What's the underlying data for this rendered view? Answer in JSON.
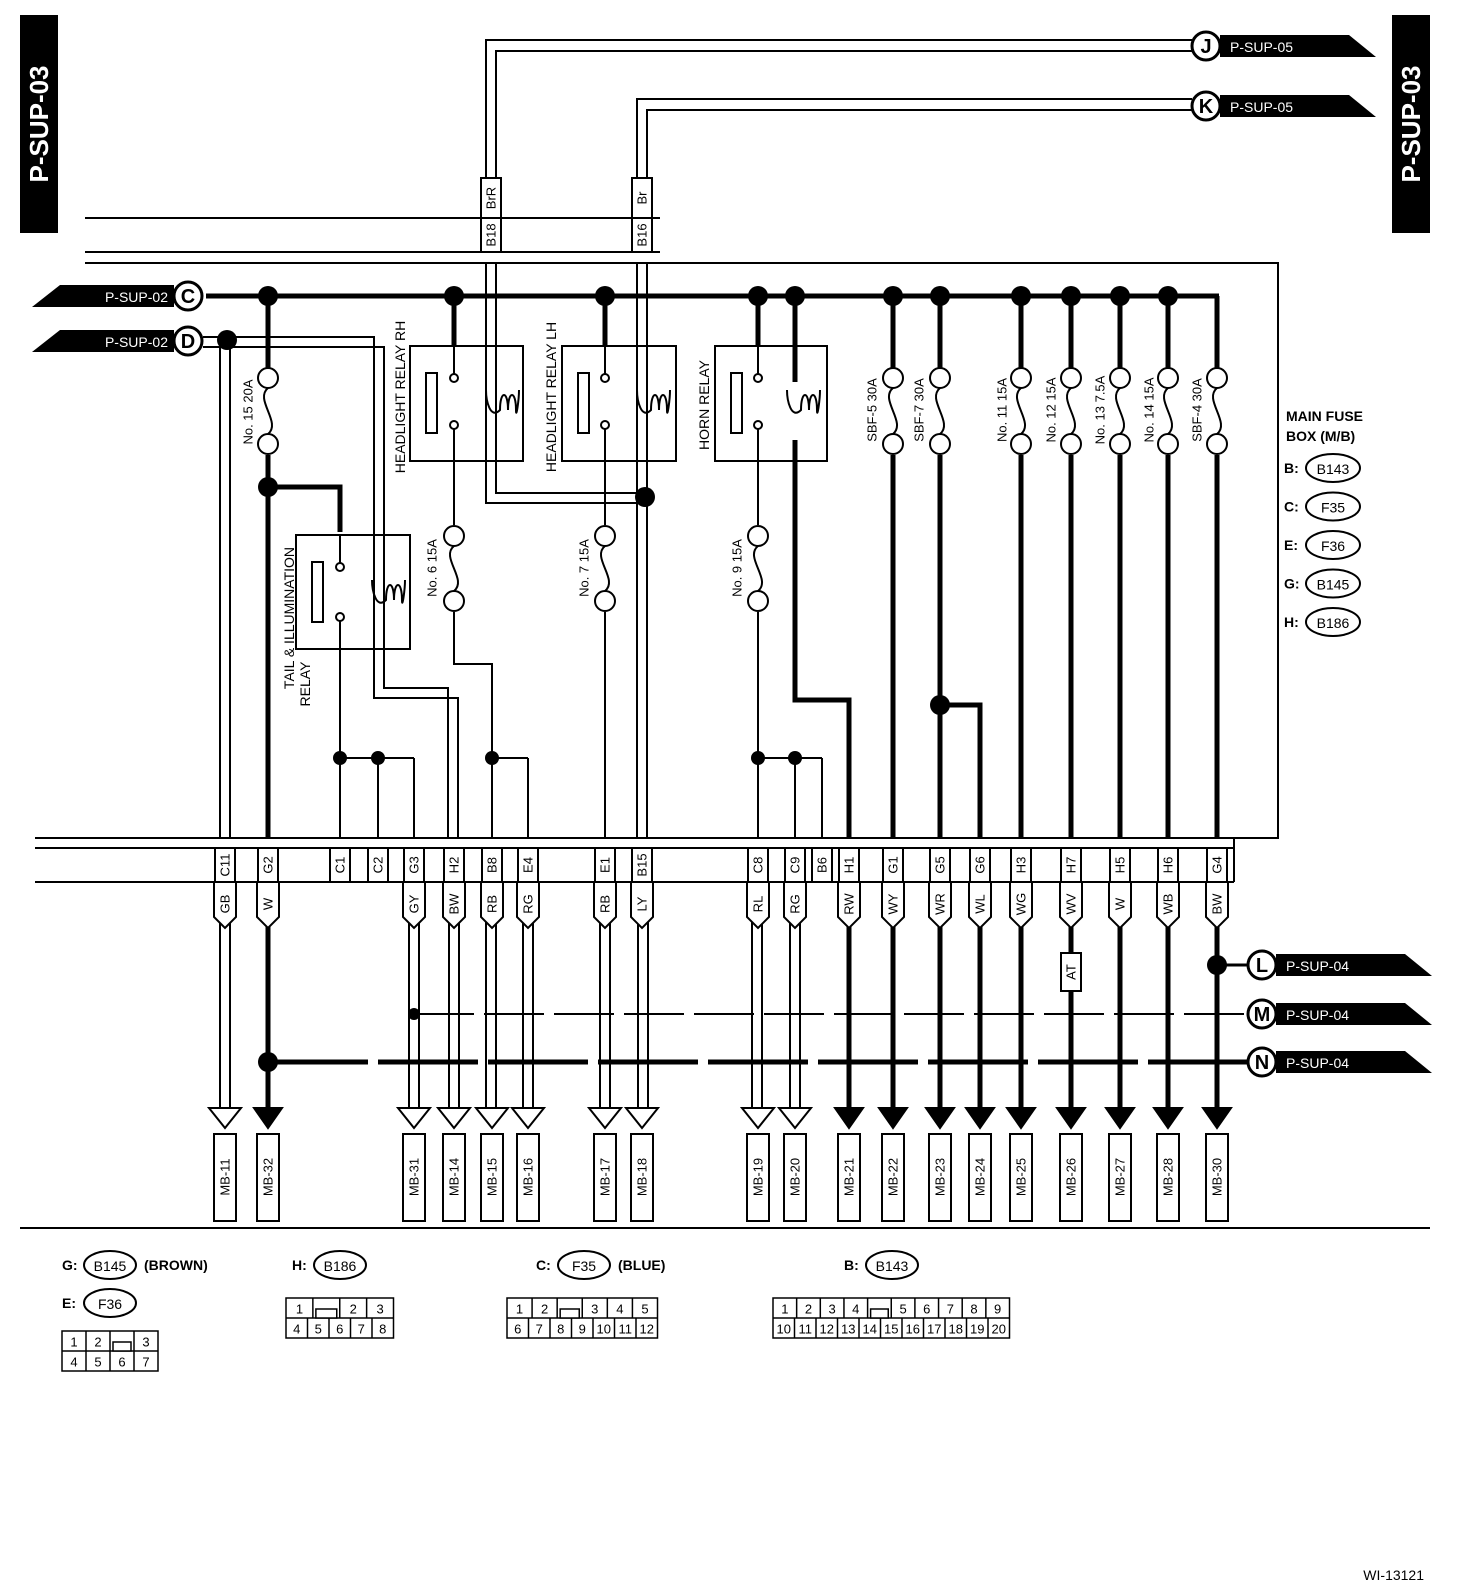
{
  "side_label_left": "P-SUP-03",
  "side_label_right": "P-SUP-03",
  "doc_id": "WI-13121",
  "main_fuse_box": {
    "title_line1": "MAIN FUSE",
    "title_line2": "BOX (M/B)",
    "connectors": [
      {
        "key": "B:",
        "id": "B143"
      },
      {
        "key": "C:",
        "id": "F35"
      },
      {
        "key": "E:",
        "id": "F36"
      },
      {
        "key": "G:",
        "id": "B145"
      },
      {
        "key": "H:",
        "id": "B186"
      }
    ]
  },
  "refs": [
    {
      "letter": "J",
      "text": "P-SUP-05"
    },
    {
      "letter": "K",
      "text": "P-SUP-05"
    },
    {
      "letter": "C",
      "text": "P-SUP-02"
    },
    {
      "letter": "D",
      "text": "P-SUP-02"
    },
    {
      "letter": "L",
      "text": "P-SUP-04"
    },
    {
      "letter": "M",
      "text": "P-SUP-04"
    },
    {
      "letter": "N",
      "text": "P-SUP-04"
    }
  ],
  "top_pins": [
    {
      "pin": "B18",
      "wire": "BrR"
    },
    {
      "pin": "B16",
      "wire": "Br"
    }
  ],
  "relays": [
    {
      "id": "tail",
      "line1": "TAIL & ILLUMINATION",
      "line2": "RELAY"
    },
    {
      "id": "hrh",
      "line1": "HEADLIGHT RELAY RH"
    },
    {
      "id": "hlh",
      "line1": "HEADLIGHT RELAY LH"
    },
    {
      "id": "horn",
      "line1": "HORN  RELAY"
    }
  ],
  "fuses": [
    "No. 15 20A",
    "No. 6 15A",
    "No. 7 15A",
    "No. 9 15A",
    "SBF-5 30A",
    "SBF-7 30A",
    "No. 11 15A",
    "No. 12 15A",
    "No. 13 7.5A",
    "No. 14 15A",
    "SBF-4 30A"
  ],
  "pins": [
    "C11",
    "G2",
    "C1",
    "C2",
    "G3",
    "H2",
    "B8",
    "E4",
    "E1",
    "B15",
    "C8",
    "C9",
    "B6",
    "H1",
    "G1",
    "G5",
    "G6",
    "H3",
    "H7",
    "H5",
    "H6",
    "G4"
  ],
  "wires": [
    "GB",
    "W",
    "GY",
    "BW",
    "RB",
    "RG",
    "RB",
    "LY",
    "RL",
    "RG",
    "RW",
    "WY",
    "WR",
    "WL",
    "WG",
    "WV",
    "W",
    "WB",
    "BW"
  ],
  "at_label": "AT",
  "outputs": [
    "MB-11",
    "MB-32",
    "MB-31",
    "MB-14",
    "MB-15",
    "MB-16",
    "MB-17",
    "MB-18",
    "MB-19",
    "MB-20",
    "MB-21",
    "MB-22",
    "MB-23",
    "MB-24",
    "MB-25",
    "MB-26",
    "MB-27",
    "MB-28",
    "MB-30"
  ],
  "legend": {
    "g": {
      "key": "G:",
      "id": "B145",
      "note": "(BROWN)"
    },
    "e": {
      "key": "E:",
      "id": "F36",
      "cells_top": [
        "1",
        "2",
        "",
        "3"
      ],
      "cells_bottom": [
        "4",
        "5",
        "6",
        "7"
      ]
    },
    "h": {
      "key": "H:",
      "id": "B186",
      "cells_top": [
        "1",
        "",
        "2",
        "3"
      ],
      "cells_bottom": [
        "4",
        "5",
        "6",
        "7",
        "8"
      ]
    },
    "c": {
      "key": "C:",
      "id": "F35",
      "note": "(BLUE)",
      "cells_top": [
        "1",
        "2",
        "",
        "3",
        "4",
        "5"
      ],
      "cells_bottom": [
        "6",
        "7",
        "8",
        "9",
        "10",
        "11",
        "12"
      ]
    },
    "b": {
      "key": "B:",
      "id": "B143",
      "cells_top": [
        "1",
        "2",
        "3",
        "4",
        "",
        "5",
        "6",
        "7",
        "8",
        "9"
      ],
      "cells_bottom": [
        "10",
        "11",
        "12",
        "13",
        "14",
        "15",
        "16",
        "17",
        "18",
        "19",
        "20"
      ]
    }
  }
}
